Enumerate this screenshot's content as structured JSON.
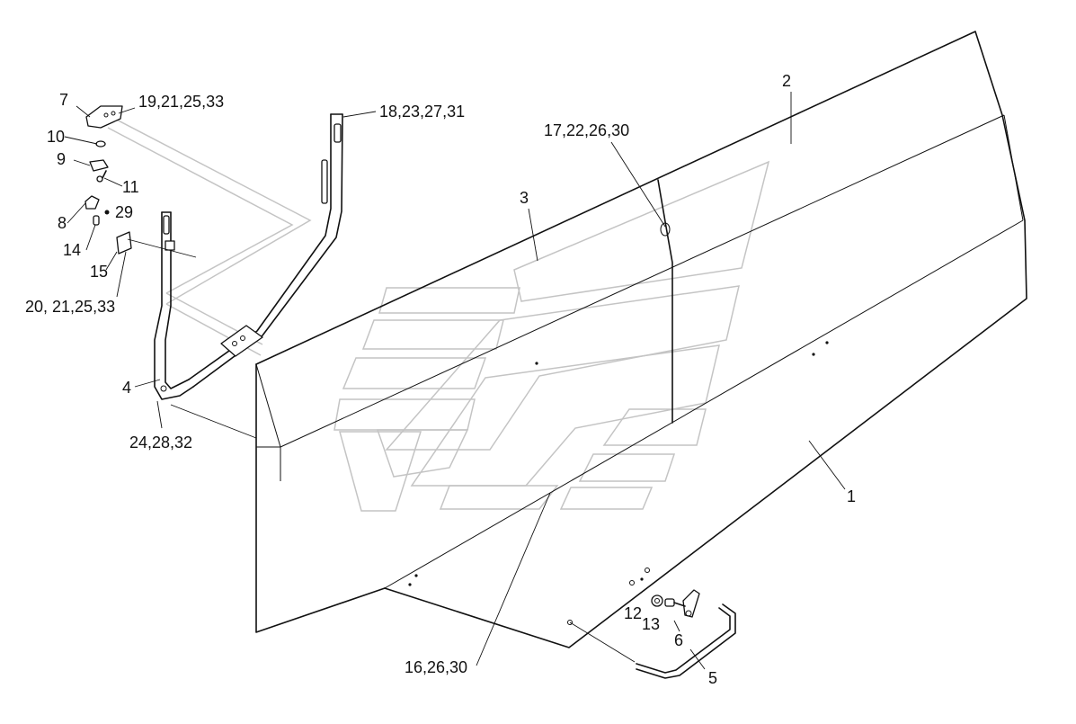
{
  "diagram": {
    "labels": {
      "l1": "1",
      "l2": "2",
      "l3": "3",
      "l4": "4",
      "l5": "5",
      "l6": "6",
      "l7": "7",
      "l8": "8",
      "l9": "9",
      "l10": "10",
      "l11": "11",
      "l12": "12",
      "l13": "13",
      "l14": "14",
      "l15": "15",
      "l16": "16,26,30",
      "l17": "17,22,26,30",
      "l18": "18,23,27,31",
      "l19": "19,21,25,33",
      "l20": "20, 21,25,33",
      "l24": "24,28,32",
      "l29": "29"
    }
  }
}
